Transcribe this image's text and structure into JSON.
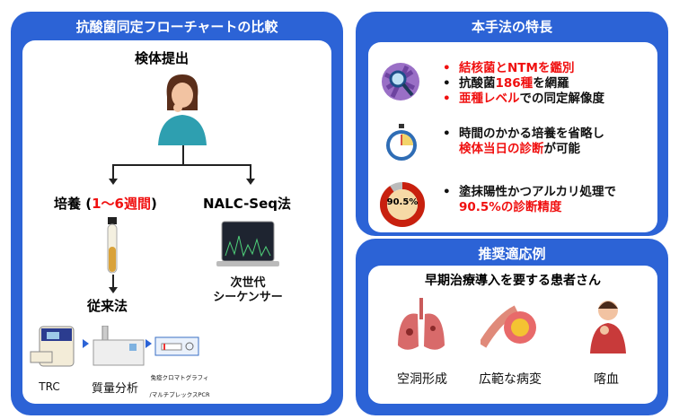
{
  "left": {
    "title": "抗酸菌同定フローチャートの比較",
    "specimen": "検体提出",
    "culture_prefix": "培養 (",
    "culture_period": "1〜6週間",
    "culture_suffix": ")",
    "nalc": "NALC-Seq法",
    "sequencer_line1": "次世代",
    "sequencer_line2": "シーケンサー",
    "conventional": "従来法",
    "methods": [
      {
        "label": "TRC"
      },
      {
        "label": "質量分析"
      },
      {
        "label": "免疫クロマトグラフィ"
      },
      {
        "label": "/マルチプレックスPCR"
      }
    ]
  },
  "features": {
    "title": "本手法の特長",
    "group1": [
      {
        "red": "結核菌とNTMを鑑別",
        "rest": ""
      },
      {
        "pre": "抗酸菌",
        "red": "186種",
        "rest": "を網羅"
      },
      {
        "red": "亜種レベル",
        "rest": "での同定解像度"
      }
    ],
    "group2": {
      "line1": "時間のかかる培養を省略し",
      "red": "検体当日の診断",
      "rest": "が可能"
    },
    "group3": {
      "line1": "塗抹陽性かつアルカリ処理で",
      "red": "90.5%の診断精度"
    },
    "donut_label": "90.5%",
    "donut_value": 90.5
  },
  "recommend": {
    "title": "推奨適応例",
    "heading": "早期治療導入を要する患者さん",
    "items": [
      {
        "label": "空洞形成"
      },
      {
        "label": "広範な病変"
      },
      {
        "label": "喀血"
      }
    ]
  },
  "colors": {
    "blue": "#2c63d6",
    "red": "#f01010"
  }
}
